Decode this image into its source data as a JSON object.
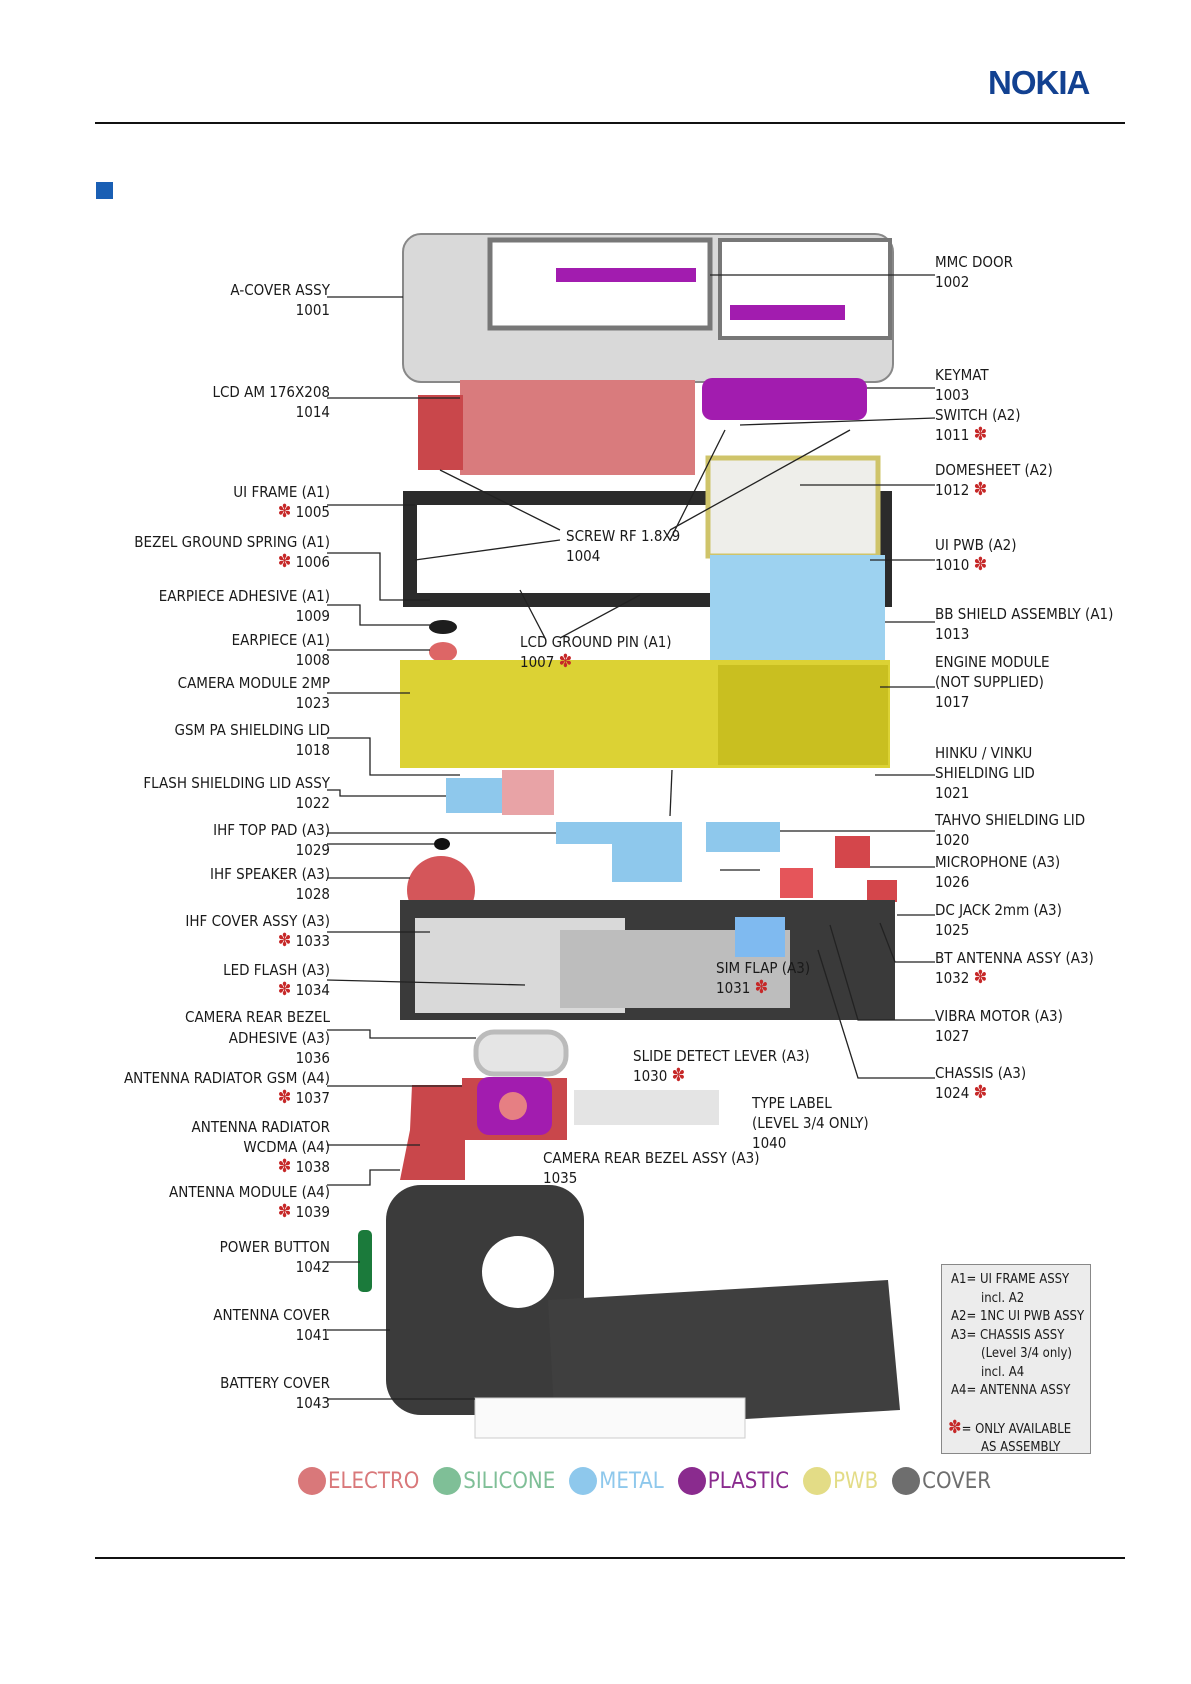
{
  "header": {
    "brand": "NOKIA",
    "brand_color": "#124191"
  },
  "labels_left": [
    {
      "name": "A-COVER ASSY",
      "code": "1001",
      "ast": false
    },
    {
      "name": "LCD AM 176X208",
      "code": "1014",
      "ast": false
    },
    {
      "name": "UI FRAME (A1)",
      "code": "1005",
      "ast": true
    },
    {
      "name": "BEZEL GROUND SPRING (A1)",
      "code": "1006",
      "ast": true
    },
    {
      "name": "EARPIECE ADHESIVE (A1)",
      "code": "1009",
      "ast": false
    },
    {
      "name": "EARPIECE (A1)",
      "code": "1008",
      "ast": false
    },
    {
      "name": "CAMERA MODULE 2MP",
      "code": "1023",
      "ast": false
    },
    {
      "name": "GSM PA SHIELDING LID",
      "code": "1018",
      "ast": false
    },
    {
      "name": "FLASH SHIELDING LID ASSY",
      "code": "1022",
      "ast": false
    },
    {
      "name": "IHF TOP PAD (A3)",
      "code": "1029",
      "ast": false
    },
    {
      "name": "IHF SPEAKER (A3)",
      "code": "1028",
      "ast": false
    },
    {
      "name": "IHF COVER ASSY (A3)",
      "code": "1033",
      "ast": true
    },
    {
      "name": "LED FLASH (A3)",
      "code": "1034",
      "ast": true
    },
    {
      "name": "CAMERA REAR BEZEL ADHESIVE (A3)",
      "code": "1036",
      "ast": false
    },
    {
      "name": "ANTENNA RADIATOR GSM (A4)",
      "code": "1037",
      "ast": true
    },
    {
      "name": "ANTENNA RADIATOR WCDMA (A4)",
      "code": "1038",
      "ast": true
    },
    {
      "name": "ANTENNA MODULE (A4)",
      "code": "1039",
      "ast": true
    },
    {
      "name": "POWER BUTTON",
      "code": "1042",
      "ast": false
    },
    {
      "name": "ANTENNA COVER",
      "code": "1041",
      "ast": false
    },
    {
      "name": "BATTERY COVER",
      "code": "1043",
      "ast": false
    }
  ],
  "labels_right": [
    {
      "name": "MMC DOOR",
      "code": "1002",
      "ast": false
    },
    {
      "name": "KEYMAT",
      "code": "1003",
      "ast": false
    },
    {
      "name": "SWITCH (A2)",
      "code": "1011",
      "ast": true
    },
    {
      "name": "DOMESHEET (A2)",
      "code": "1012",
      "ast": true
    },
    {
      "name": "UI PWB (A2)",
      "code": "1010",
      "ast": true
    },
    {
      "name": "BB SHIELD ASSEMBLY (A1)",
      "code": "1013",
      "ast": false
    },
    {
      "name": "ENGINE MODULE",
      "code": "(NOT SUPPLIED)",
      "code2": "1017",
      "ast": false
    },
    {
      "name": "HINKU / VINKU",
      "code": "SHIELDING LID",
      "code2": "1021",
      "ast": false
    },
    {
      "name": "TAHVO SHIELDING LID",
      "code": "1020",
      "ast": false
    },
    {
      "name": "MICROPHONE (A3)",
      "code": "1026",
      "ast": false
    },
    {
      "name": "DC JACK 2mm (A3)",
      "code": "1025",
      "ast": false
    },
    {
      "name": "BT ANTENNA ASSY (A3)",
      "code": "1032",
      "ast": true
    },
    {
      "name": "VIBRA MOTOR (A3)",
      "code": "1027",
      "ast": false
    },
    {
      "name": "CHASSIS (A3)",
      "code": "1024",
      "ast": true
    }
  ],
  "labels_center": [
    {
      "name": "SCREW RF 1.8X9",
      "code": "1004",
      "ast": false
    },
    {
      "name": "LCD GROUND PIN (A1)",
      "code": "1007",
      "ast": true
    },
    {
      "name": "SIM FLAP (A3)",
      "code": "1031",
      "ast": true
    },
    {
      "name": "SLIDE DETECT LEVER (A3)",
      "code": "1030",
      "ast": true
    },
    {
      "name": "TYPE LABEL",
      "code": "(LEVEL 3/4 ONLY)",
      "code2": "1040",
      "ast": false
    },
    {
      "name": "CAMERA REAR BEZEL ASSY (A3)",
      "code": "1035",
      "ast": false
    }
  ],
  "assembly_legend": {
    "lines": [
      "A1= UI FRAME ASSY",
      "incl. A2",
      "A2= 1NC UI PWB ASSY",
      "A3= CHASSIS ASSY",
      "(Level 3/4 only)",
      "incl. A4",
      "A4= ANTENNA ASSY",
      "",
      "= ONLY AVAILABLE",
      "AS ASSEMBLY"
    ]
  },
  "materials": [
    {
      "label": "ELECTRO",
      "color": "#d9787a"
    },
    {
      "label": "SILICONE",
      "color": "#7fbf97"
    },
    {
      "label": "METAL",
      "color": "#8ec8ec"
    },
    {
      "label": "PLASTIC",
      "color": "#8a2b8e"
    },
    {
      "label": "PWB",
      "color": "#e3dc86"
    },
    {
      "label": "COVER",
      "color": "#6e6e6e"
    }
  ]
}
